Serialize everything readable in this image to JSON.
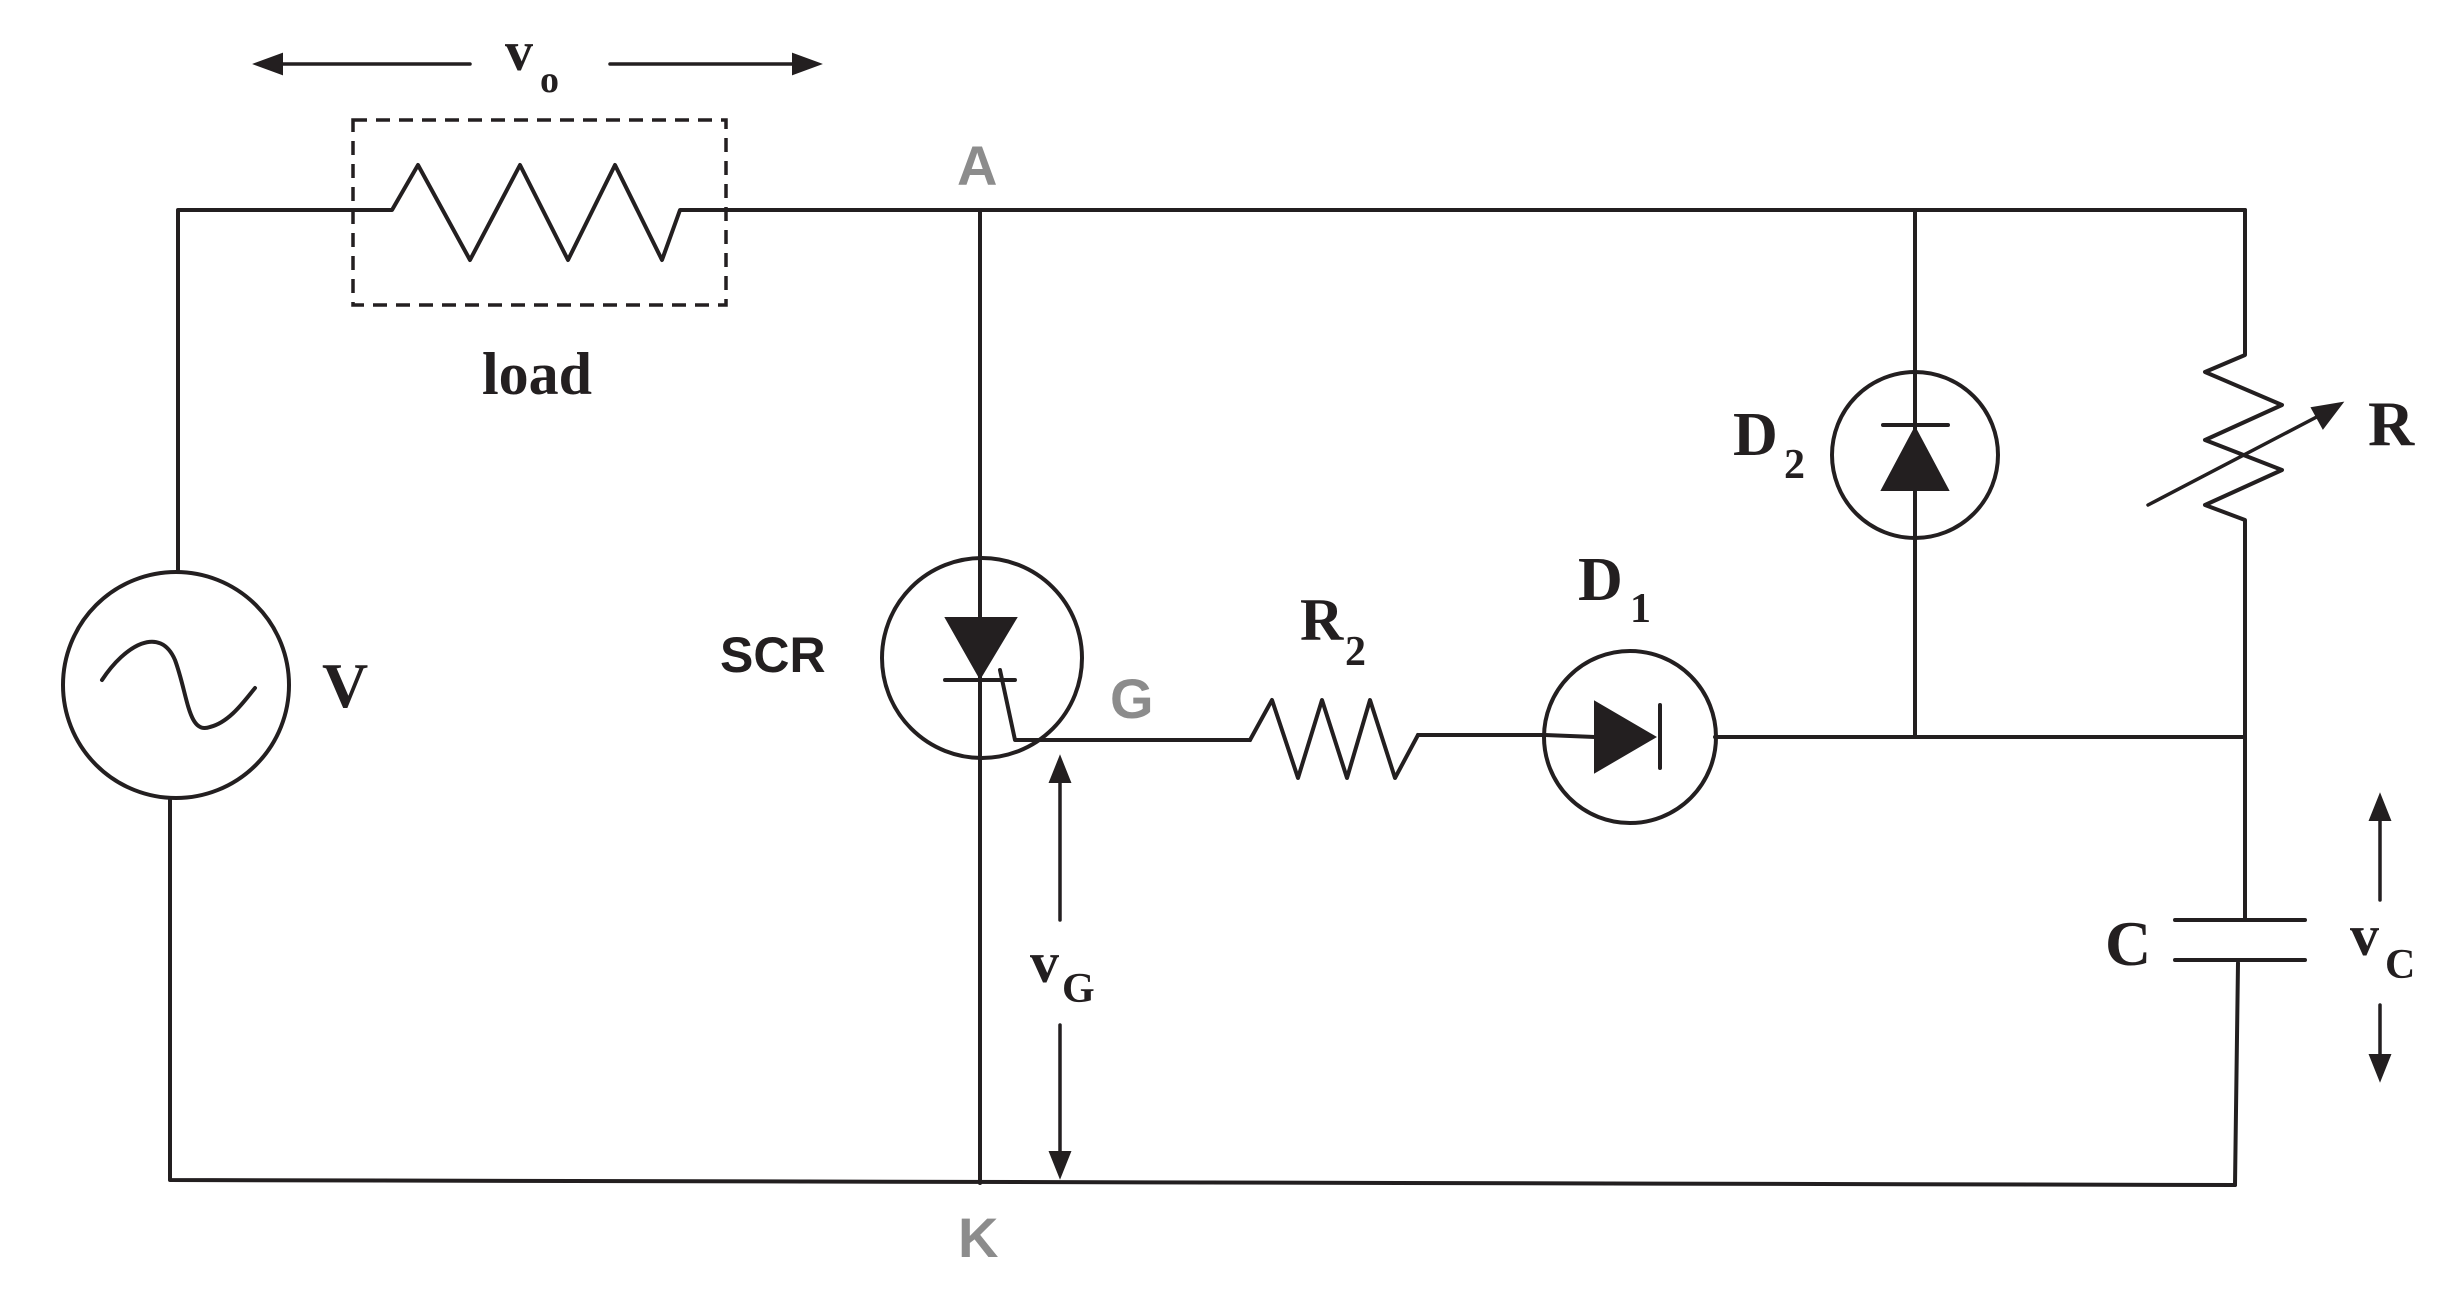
{
  "labels": {
    "load": "load",
    "vo_main": "v",
    "vo_sub": "o",
    "source": "V",
    "scr": "SCR",
    "anode": "A",
    "gate": "G",
    "cathode": "K",
    "vg_main": "v",
    "vg_sub": "G",
    "r2_main": "R",
    "r2_sub": "2",
    "d1_main": "D",
    "d1_sub": "1",
    "d2_main": "D",
    "d2_sub": "2",
    "r": "R",
    "c": "C",
    "vc_main": "v",
    "vc_sub": "C"
  },
  "colors": {
    "line": "#231f20",
    "terminal_label": "#8c8c8c"
  }
}
